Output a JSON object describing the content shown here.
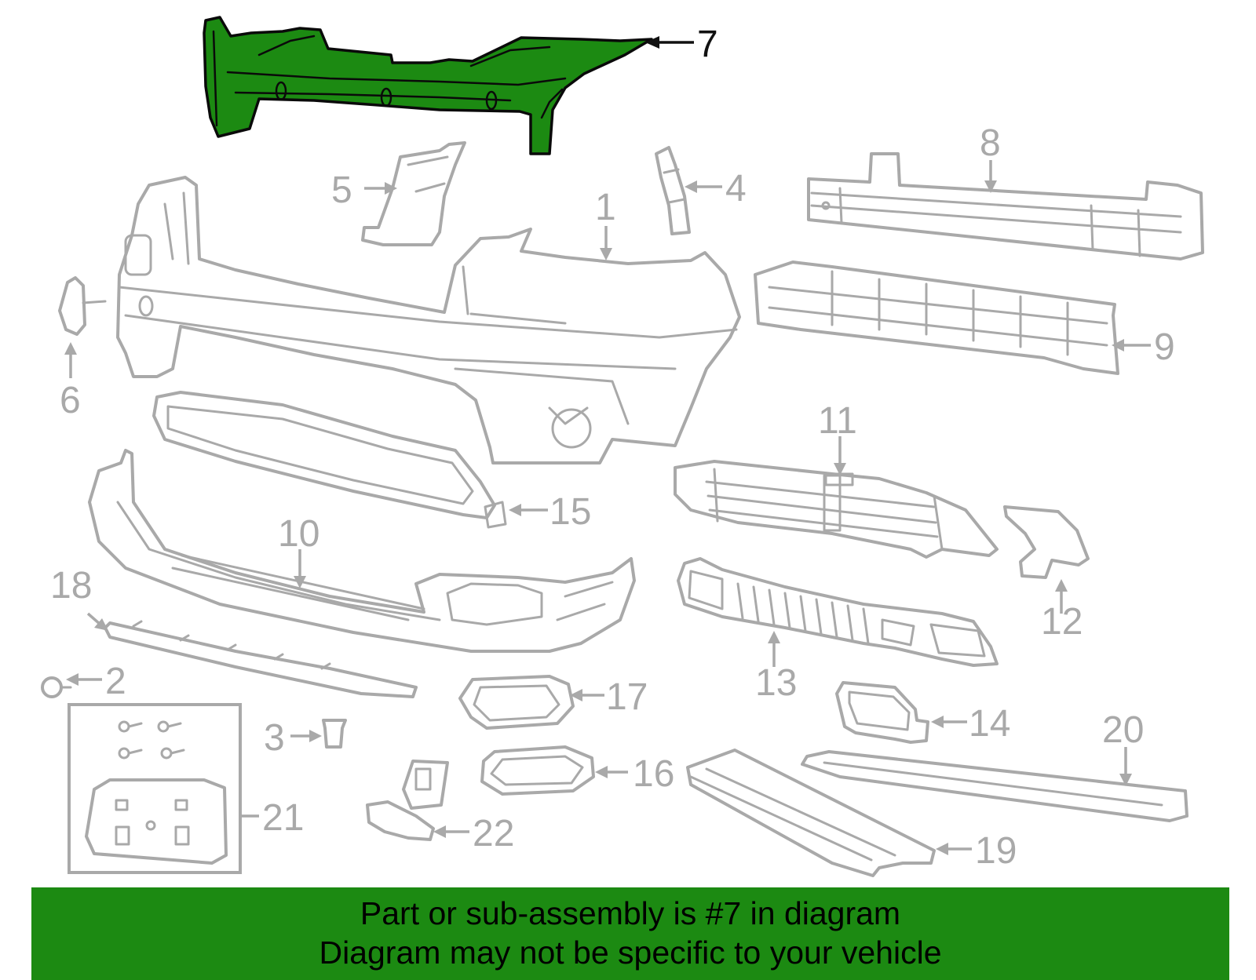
{
  "diagram": {
    "highlighted_callout": "7",
    "highlight_color": "#1c8a12",
    "part_outline_color": "#a9a9a9",
    "callouts": [
      {
        "id": "1",
        "label": "1"
      },
      {
        "id": "2",
        "label": "2"
      },
      {
        "id": "3",
        "label": "3"
      },
      {
        "id": "4",
        "label": "4"
      },
      {
        "id": "5",
        "label": "5"
      },
      {
        "id": "6",
        "label": "6"
      },
      {
        "id": "7",
        "label": "7"
      },
      {
        "id": "8",
        "label": "8"
      },
      {
        "id": "9",
        "label": "9"
      },
      {
        "id": "10",
        "label": "10"
      },
      {
        "id": "11",
        "label": "11"
      },
      {
        "id": "12",
        "label": "12"
      },
      {
        "id": "13",
        "label": "13"
      },
      {
        "id": "14",
        "label": "14"
      },
      {
        "id": "15",
        "label": "15"
      },
      {
        "id": "16",
        "label": "16"
      },
      {
        "id": "17",
        "label": "17"
      },
      {
        "id": "18",
        "label": "18"
      },
      {
        "id": "19",
        "label": "19"
      },
      {
        "id": "20",
        "label": "20"
      },
      {
        "id": "21",
        "label": "21"
      },
      {
        "id": "22",
        "label": "22"
      }
    ]
  },
  "footer": {
    "line1": "Part or sub-assembly is #7 in diagram",
    "line2": "Diagram may not be specific to your vehicle",
    "background": "#1c8a12"
  }
}
